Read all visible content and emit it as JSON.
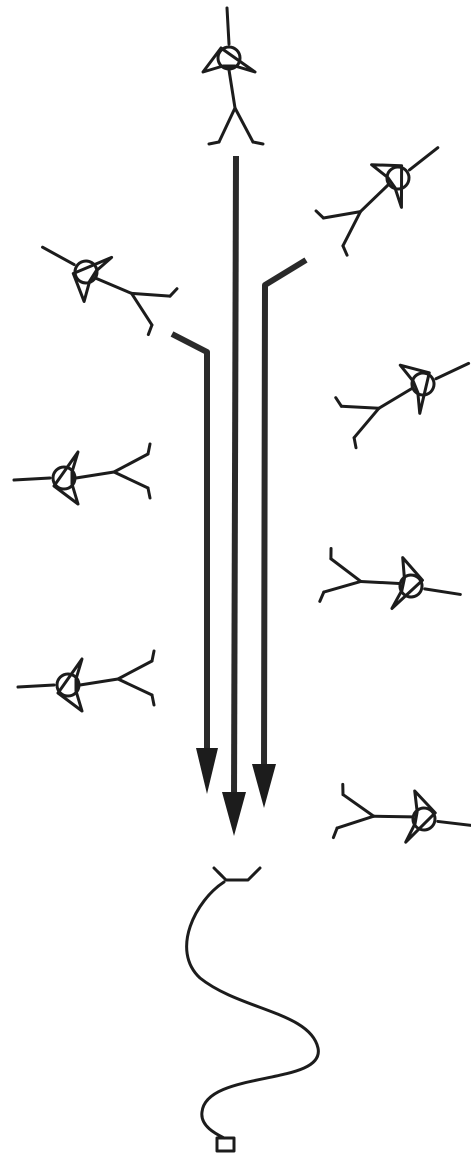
{
  "diagram": {
    "description_visible_text": "",
    "colors": {
      "ink": "#1c1c1c",
      "background": "#ffffff"
    },
    "figures": [
      {
        "id": "figure-top",
        "facing": "up"
      },
      {
        "id": "figure-upper-left",
        "facing": "up-left"
      },
      {
        "id": "figure-upper-right",
        "facing": "up-right"
      },
      {
        "id": "figure-left-1",
        "facing": "left"
      },
      {
        "id": "figure-left-2",
        "facing": "left"
      },
      {
        "id": "figure-right-1",
        "facing": "right"
      },
      {
        "id": "figure-right-2",
        "facing": "right"
      },
      {
        "id": "figure-right-3",
        "facing": "right"
      }
    ],
    "arrows": [
      {
        "id": "arrow-center",
        "direction": "down"
      },
      {
        "id": "arrow-left",
        "direction": "down"
      },
      {
        "id": "arrow-right",
        "direction": "down"
      }
    ],
    "parachute": {
      "icon": "parachute-cord-icon"
    }
  }
}
